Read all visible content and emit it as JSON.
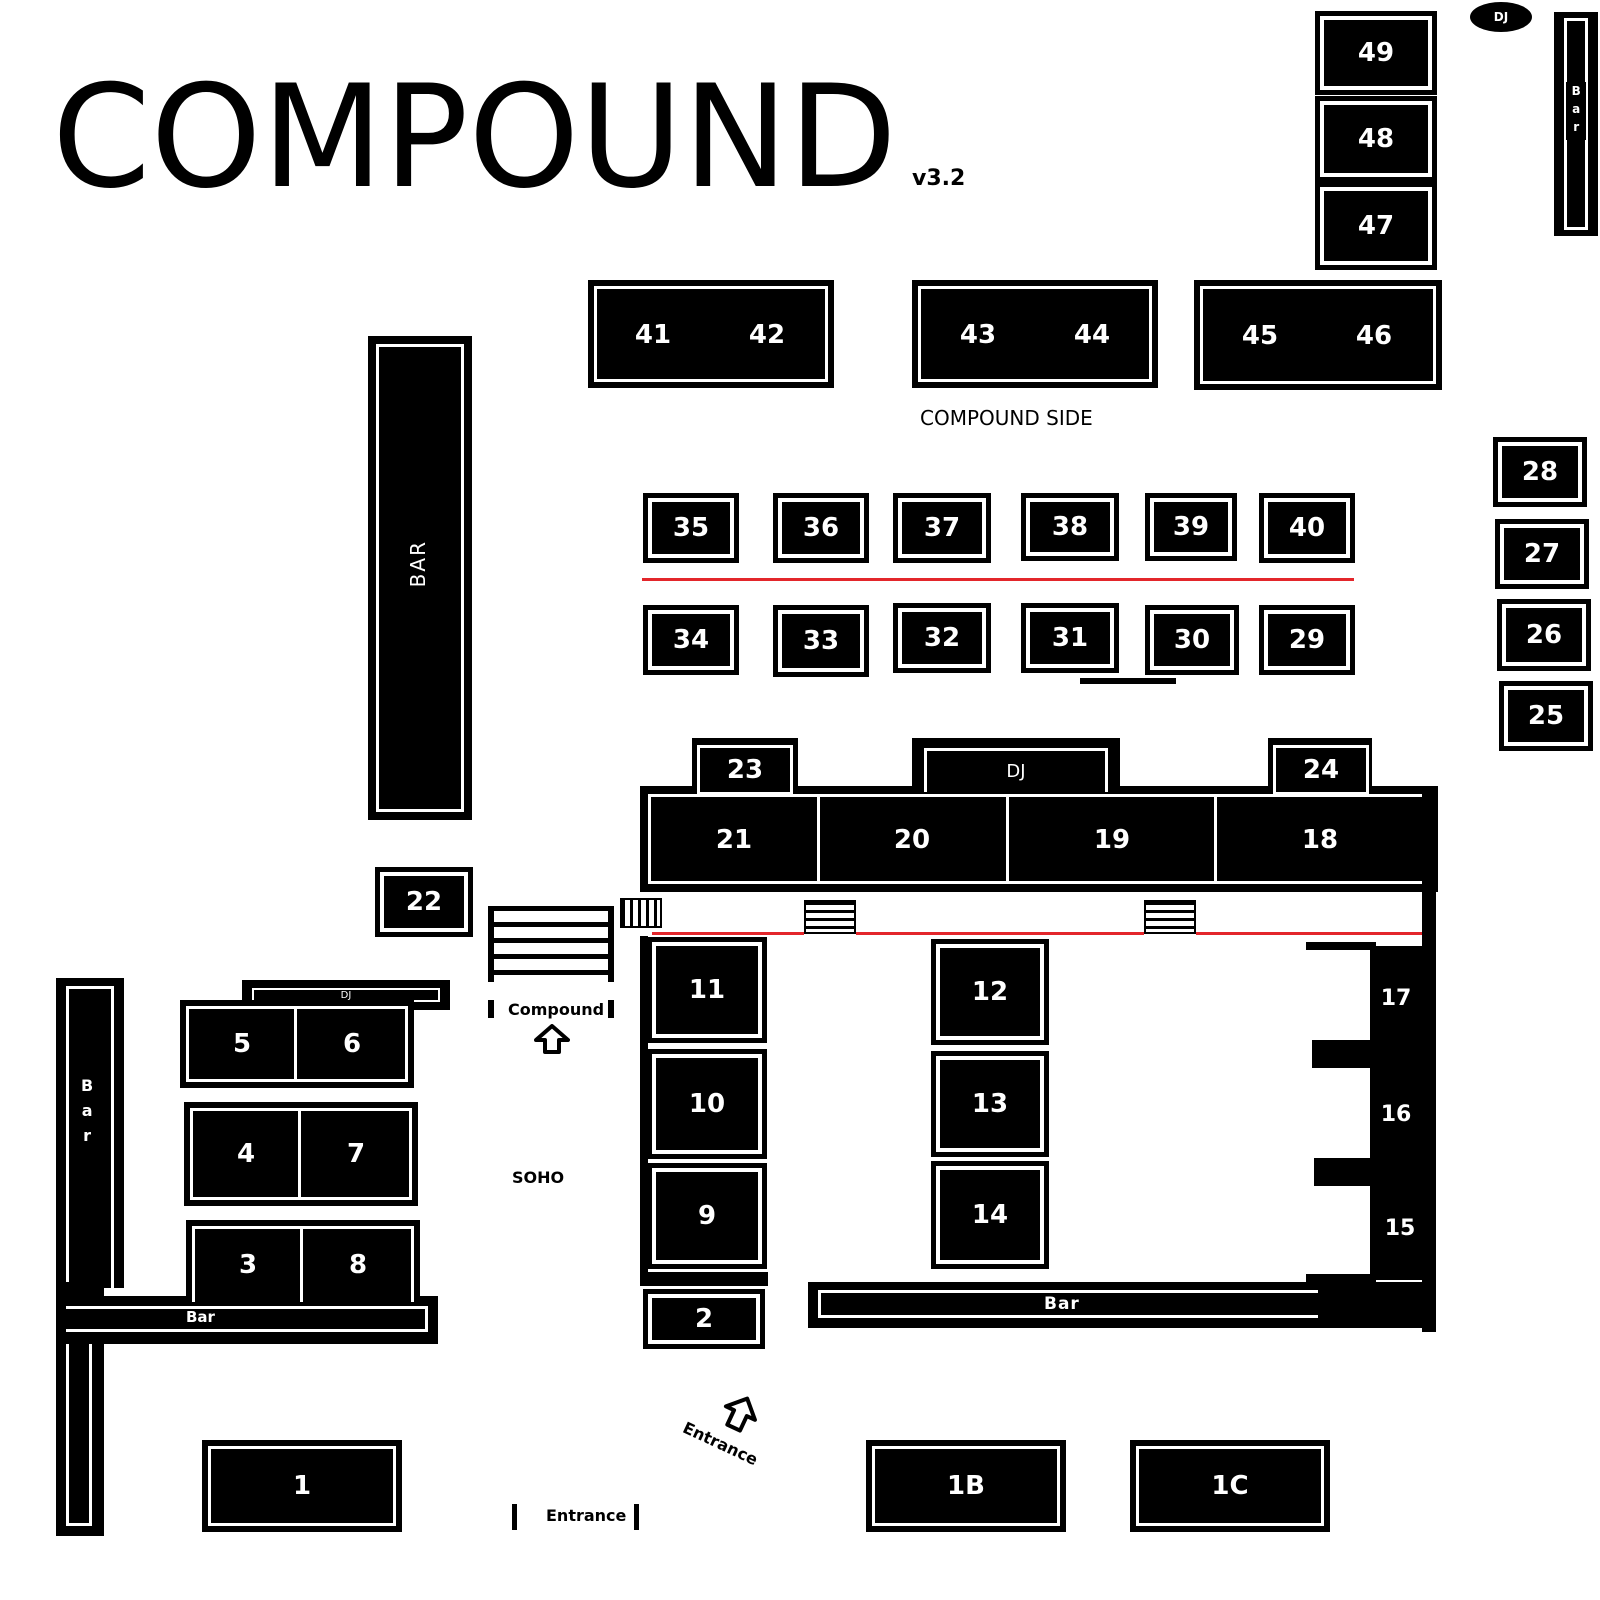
{
  "header": {
    "logo_text": "COMPOUND",
    "version": "v3.2"
  },
  "areas": {
    "compound_side": "COMPOUND SIDE",
    "soho": "SOHO",
    "compound_arrow": "Compound",
    "entrance_arrow": "Entrance",
    "entrance_bottom": "Entrance"
  },
  "bars": {
    "main_bar": "BAR",
    "top_right_bar": "Bar",
    "left_bar": "Bar",
    "left_bottom_bar": "Bar",
    "bottom_bar": "Bar"
  },
  "dj": {
    "top_right": "DJ",
    "stage": "DJ",
    "soho": "DJ"
  },
  "tables": {
    "t1": "1",
    "t1b": "1B",
    "t1c": "1C",
    "t2": "2",
    "t3": "3",
    "t4": "4",
    "t5": "5",
    "t6": "6",
    "t7": "7",
    "t8": "8",
    "t9": "9",
    "t10": "10",
    "t11": "11",
    "t12": "12",
    "t13": "13",
    "t14": "14",
    "t15": "15",
    "t16": "16",
    "t17": "17",
    "t18": "18",
    "t19": "19",
    "t20": "20",
    "t21": "21",
    "t22": "22",
    "t23": "23",
    "t24": "24",
    "t25": "25",
    "t26": "26",
    "t27": "27",
    "t28": "28",
    "t29": "29",
    "t30": "30",
    "t31": "31",
    "t32": "32",
    "t33": "33",
    "t34": "34",
    "t35": "35",
    "t36": "36",
    "t37": "37",
    "t38": "38",
    "t39": "39",
    "t40": "40",
    "t41": "41",
    "t42": "42",
    "t43": "43",
    "t44": "44",
    "t45": "45",
    "t46": "46",
    "t47": "47",
    "t48": "48",
    "t49": "49"
  },
  "colors": {
    "ink": "#000000",
    "paper": "#ffffff",
    "divider": "#e3262b"
  }
}
